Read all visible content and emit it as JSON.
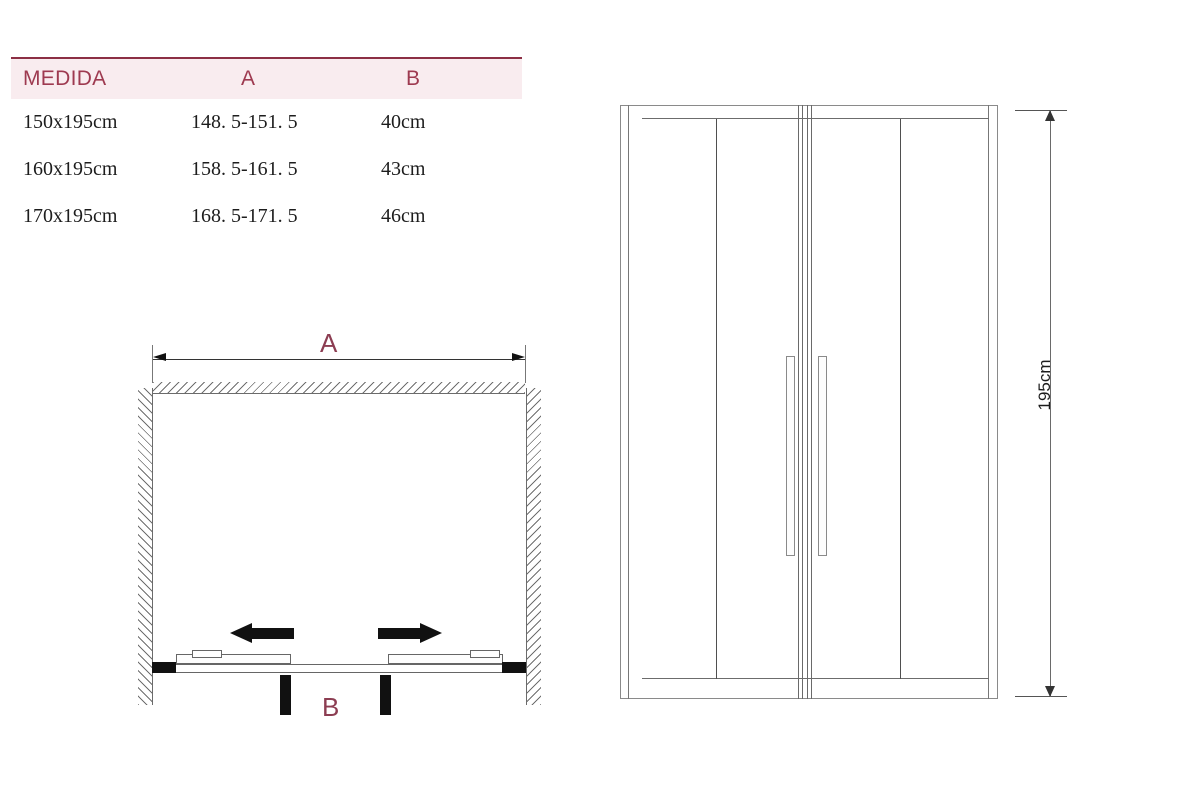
{
  "table": {
    "headers": [
      "MEDIDA",
      "A",
      "B"
    ],
    "rows": [
      {
        "medida": "150x195cm",
        "a": "148. 5-151. 5",
        "b": "40cm"
      },
      {
        "medida": "160x195cm",
        "a": "158. 5-161. 5",
        "b": "43cm"
      },
      {
        "medida": "170x195cm",
        "a": "168. 5-171. 5",
        "b": "46cm"
      }
    ],
    "header_bg": "#f9ecef",
    "header_text_color": "#9e3a50",
    "rule_color": "#8c2f44"
  },
  "plan_view": {
    "dimension_a_label": "A",
    "dimension_b_label": "B",
    "arrow_left_name": "door-slide-left-arrow",
    "arrow_right_name": "door-slide-right-arrow",
    "wall_hatch_color": "#6f6f6f",
    "door_cap_color": "#111111"
  },
  "elevation_view": {
    "height_dimension_label": "195cm",
    "panel_count": 4,
    "handle_count": 2,
    "frame_color": "#8a8a8a"
  }
}
